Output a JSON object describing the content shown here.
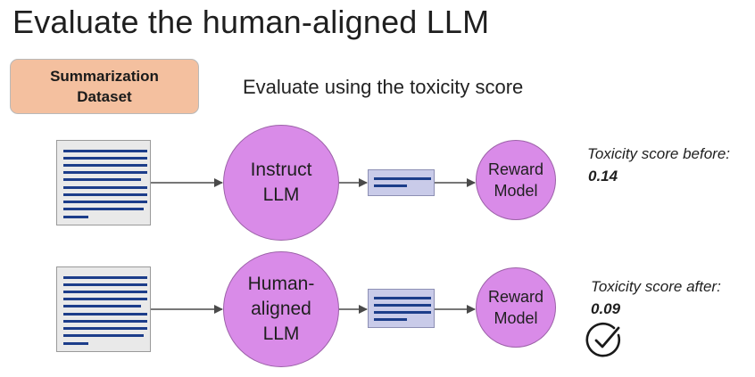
{
  "title": "Evaluate the human-aligned LLM",
  "dataset": {
    "label": "Summarization\nDataset"
  },
  "subtitle": "Evaluate using the toxicity score",
  "rows": [
    {
      "model_label": "Instruct\nLLM",
      "reward_label": "Reward\nModel",
      "score_label": "Toxicity score before:",
      "score_value": "0.14"
    },
    {
      "model_label": "Human-\naligned\nLLM",
      "reward_label": "Reward\nModel",
      "score_label": "Toxicity score after:",
      "score_value": "0.09"
    }
  ],
  "colors": {
    "dataset_fill": "#f4c09f",
    "model_fill": "#d98be8",
    "output_fill": "#c9cbe9",
    "text_line": "#1c3d8a",
    "arrow": "#4a4a4a"
  },
  "icons": {
    "check": "check-circle-icon"
  }
}
